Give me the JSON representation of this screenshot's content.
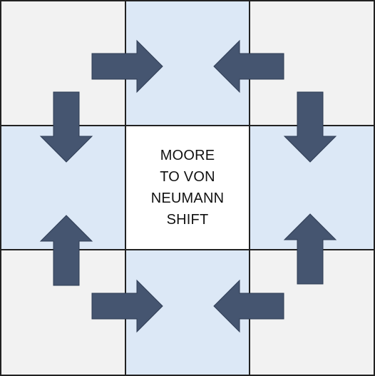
{
  "diagram": {
    "center_label_lines": [
      "MOORE",
      "TO VON",
      "NEUMANN",
      "SHIFT"
    ],
    "colors": {
      "corner_fill": "#f2f2f2",
      "edge_fill": "#dce8f6",
      "center_fill": "#ffffff",
      "grid_line": "#222222",
      "arrow_fill": "#455570"
    },
    "grid": {
      "rows": 3,
      "cols": 3
    },
    "arrows": [
      {
        "name": "arrow-top-left-right",
        "from": "top-left",
        "to": "top-center",
        "direction": "right"
      },
      {
        "name": "arrow-top-right-left",
        "from": "top-right",
        "to": "top-center",
        "direction": "left"
      },
      {
        "name": "arrow-top-left-down",
        "from": "top-left",
        "to": "middle-left",
        "direction": "down"
      },
      {
        "name": "arrow-top-right-down",
        "from": "top-right",
        "to": "middle-right",
        "direction": "down"
      },
      {
        "name": "arrow-bottom-left-up",
        "from": "bottom-left",
        "to": "middle-left",
        "direction": "up"
      },
      {
        "name": "arrow-bottom-right-up",
        "from": "bottom-right",
        "to": "middle-right",
        "direction": "up"
      },
      {
        "name": "arrow-bottom-left-right",
        "from": "bottom-left",
        "to": "bottom-center",
        "direction": "right"
      },
      {
        "name": "arrow-bottom-right-left",
        "from": "bottom-right",
        "to": "bottom-center",
        "direction": "left"
      }
    ]
  }
}
